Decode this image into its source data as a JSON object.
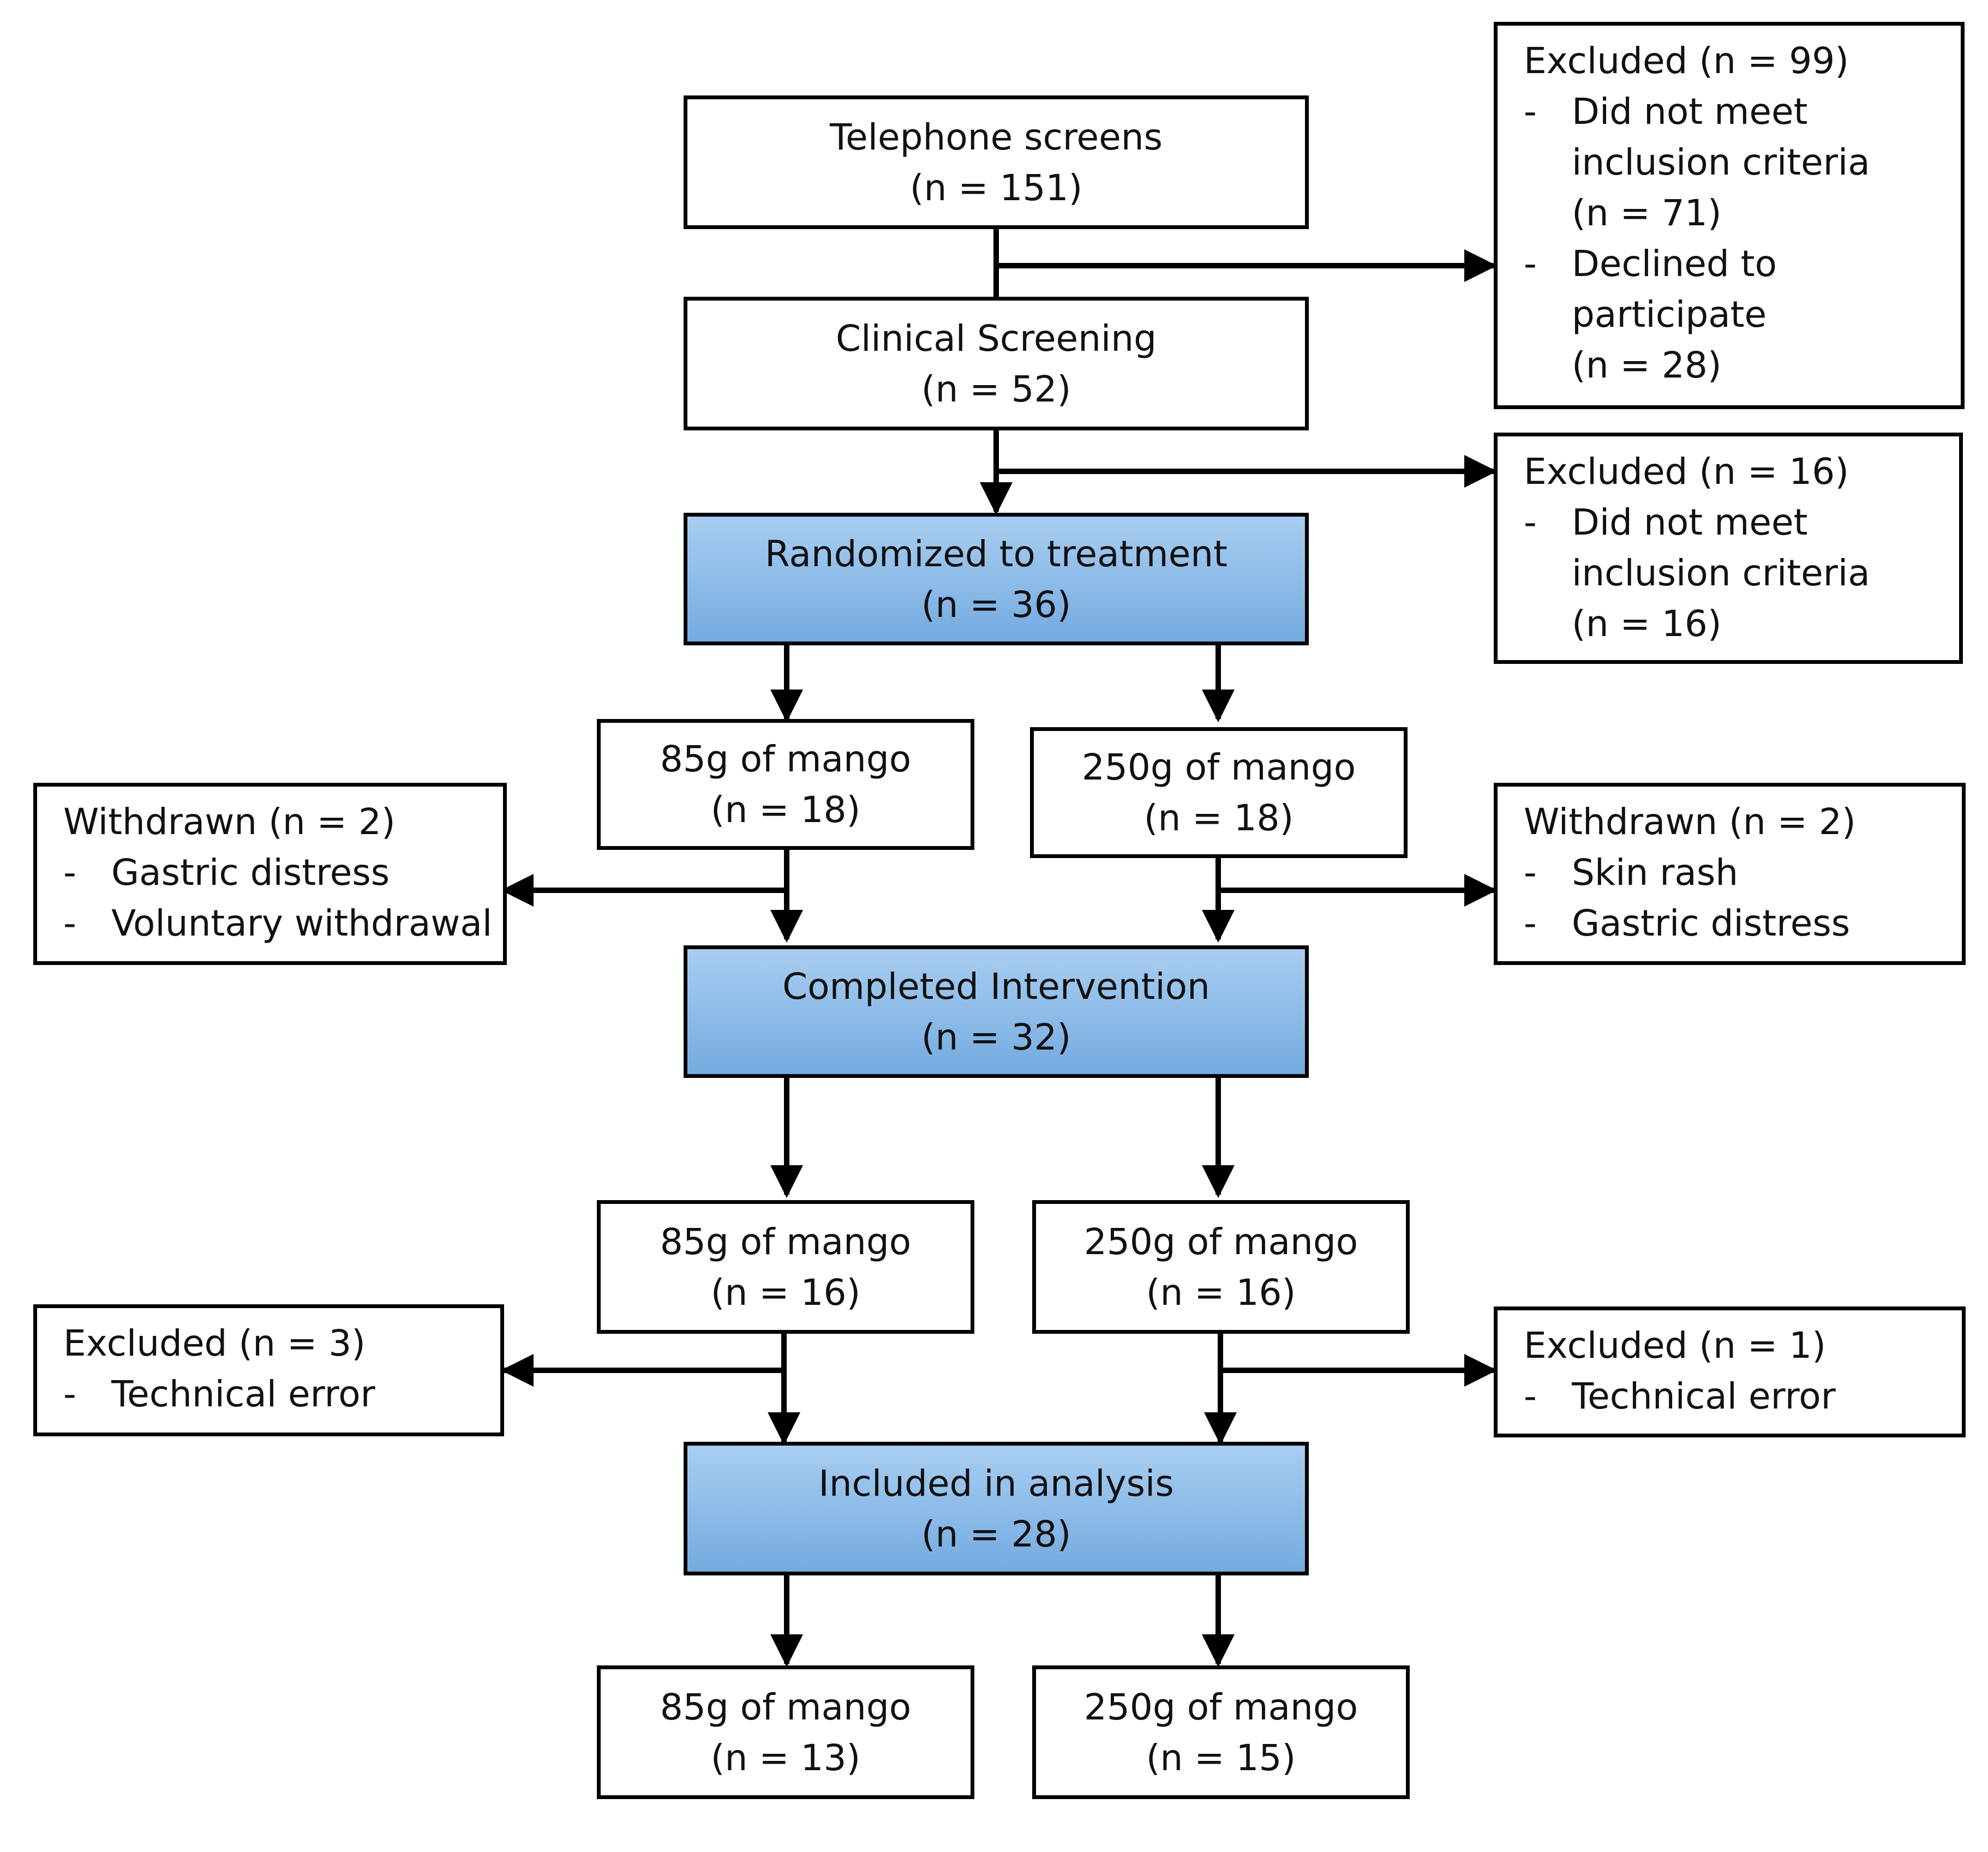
{
  "flow": {
    "telephone": {
      "title": "Telephone screens",
      "n": "(n = 151)"
    },
    "clinical": {
      "title": "Clinical Screening",
      "n": "(n = 52)"
    },
    "randomized": {
      "title": "Randomized to treatment",
      "n": "(n = 36)"
    },
    "alloc_85": {
      "title": "85g of mango",
      "n": "(n = 18)"
    },
    "alloc_250": {
      "title": "250g of mango",
      "n": "(n = 18)"
    },
    "completed": {
      "title": "Completed Intervention",
      "n": "(n = 32)"
    },
    "completed_85": {
      "title": "85g of mango",
      "n": "(n = 16)"
    },
    "completed_250": {
      "title": "250g of mango",
      "n": "(n = 16)"
    },
    "analysis": {
      "title": "Included in analysis",
      "n": "(n = 28)"
    },
    "analysis_85": {
      "title": "85g of mango",
      "n": "(n = 13)"
    },
    "analysis_250": {
      "title": "250g of mango",
      "n": "(n = 15)"
    }
  },
  "side": {
    "excluded_99": {
      "head": "Excluded (n = 99)",
      "items": [
        {
          "dash": "-",
          "lines": [
            "Did not meet",
            "inclusion criteria",
            "(n = 71)"
          ]
        },
        {
          "dash": "-",
          "lines": [
            "Declined to",
            "participate",
            "(n = 28)"
          ]
        }
      ]
    },
    "excluded_16": {
      "head": "Excluded (n = 16)",
      "items": [
        {
          "dash": "-",
          "lines": [
            "Did not meet",
            "inclusion criteria",
            "(n = 16)"
          ]
        }
      ]
    },
    "withdrawn_left": {
      "head": "Withdrawn (n = 2)",
      "items": [
        {
          "dash": "-",
          "lines": [
            "Gastric distress"
          ]
        },
        {
          "dash": "-",
          "lines": [
            "Voluntary withdrawal"
          ]
        }
      ]
    },
    "withdrawn_right": {
      "head": "Withdrawn (n = 2)",
      "items": [
        {
          "dash": "-",
          "lines": [
            "Skin rash"
          ]
        },
        {
          "dash": "-",
          "lines": [
            "Gastric distress"
          ]
        }
      ]
    },
    "excluded_3": {
      "head": "Excluded (n = 3)",
      "items": [
        {
          "dash": "-",
          "lines": [
            "Technical error"
          ]
        }
      ]
    },
    "excluded_1": {
      "head": "Excluded (n = 1)",
      "items": [
        {
          "dash": "-",
          "lines": [
            "Technical error"
          ]
        }
      ]
    }
  },
  "colors": {
    "stage_fill": "#8bbbe8",
    "stroke": "#000000",
    "text": "#111111"
  }
}
